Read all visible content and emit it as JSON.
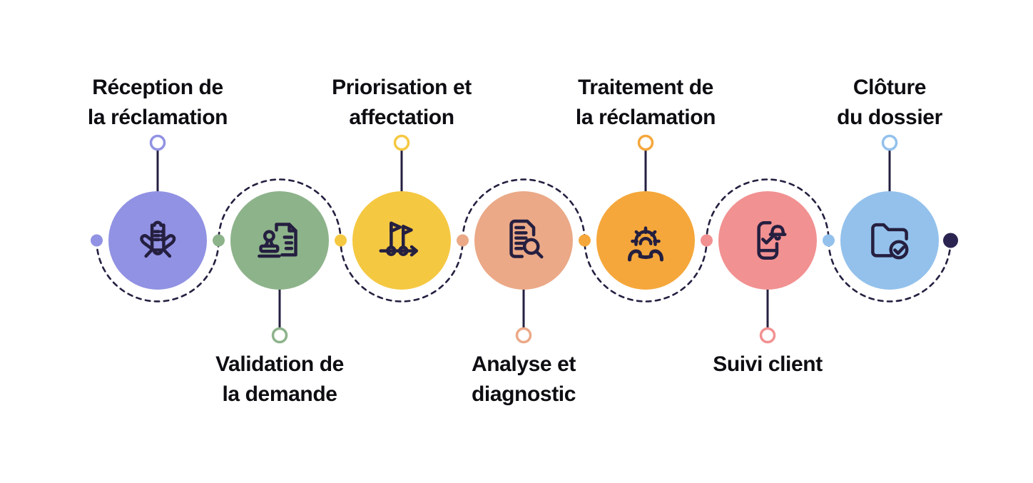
{
  "colors": {
    "background": "#ffffff",
    "text": "#0d0d12",
    "stroke_dark": "#251f40",
    "end_dot": "#2b2450",
    "ring_fill": "#ffffff"
  },
  "steps": [
    {
      "order": 1,
      "label_line1": "Réception de",
      "label_line2": "la réclamation",
      "label_position": "top",
      "color": "#9192e3",
      "icon": "hands-holding-document-icon"
    },
    {
      "order": 2,
      "label_line1": "Validation de",
      "label_line2": "la demande",
      "label_position": "bottom",
      "color": "#8db38a",
      "icon": "stamp-document-icon"
    },
    {
      "order": 3,
      "label_line1": "Priorisation et",
      "label_line2": "affectation",
      "label_position": "top",
      "color": "#f5c842",
      "icon": "milestone-flags-icon"
    },
    {
      "order": 4,
      "label_line1": "Analyse et",
      "label_line2": "diagnostic",
      "label_position": "bottom",
      "color": "#eba987",
      "icon": "document-search-icon"
    },
    {
      "order": 5,
      "label_line1": "Traitement de",
      "label_line2": "la réclamation",
      "label_position": "top",
      "color": "#f5a73b",
      "icon": "gear-handset-icon"
    },
    {
      "order": 6,
      "label_line1": "Suivi client",
      "label_line2": "",
      "label_position": "bottom",
      "color": "#f29191",
      "icon": "phone-notification-check-icon"
    },
    {
      "order": 7,
      "label_line1": "Clôture",
      "label_line2": "du dossier",
      "label_position": "top",
      "color": "#93c1ec",
      "icon": "folder-check-icon"
    }
  ]
}
